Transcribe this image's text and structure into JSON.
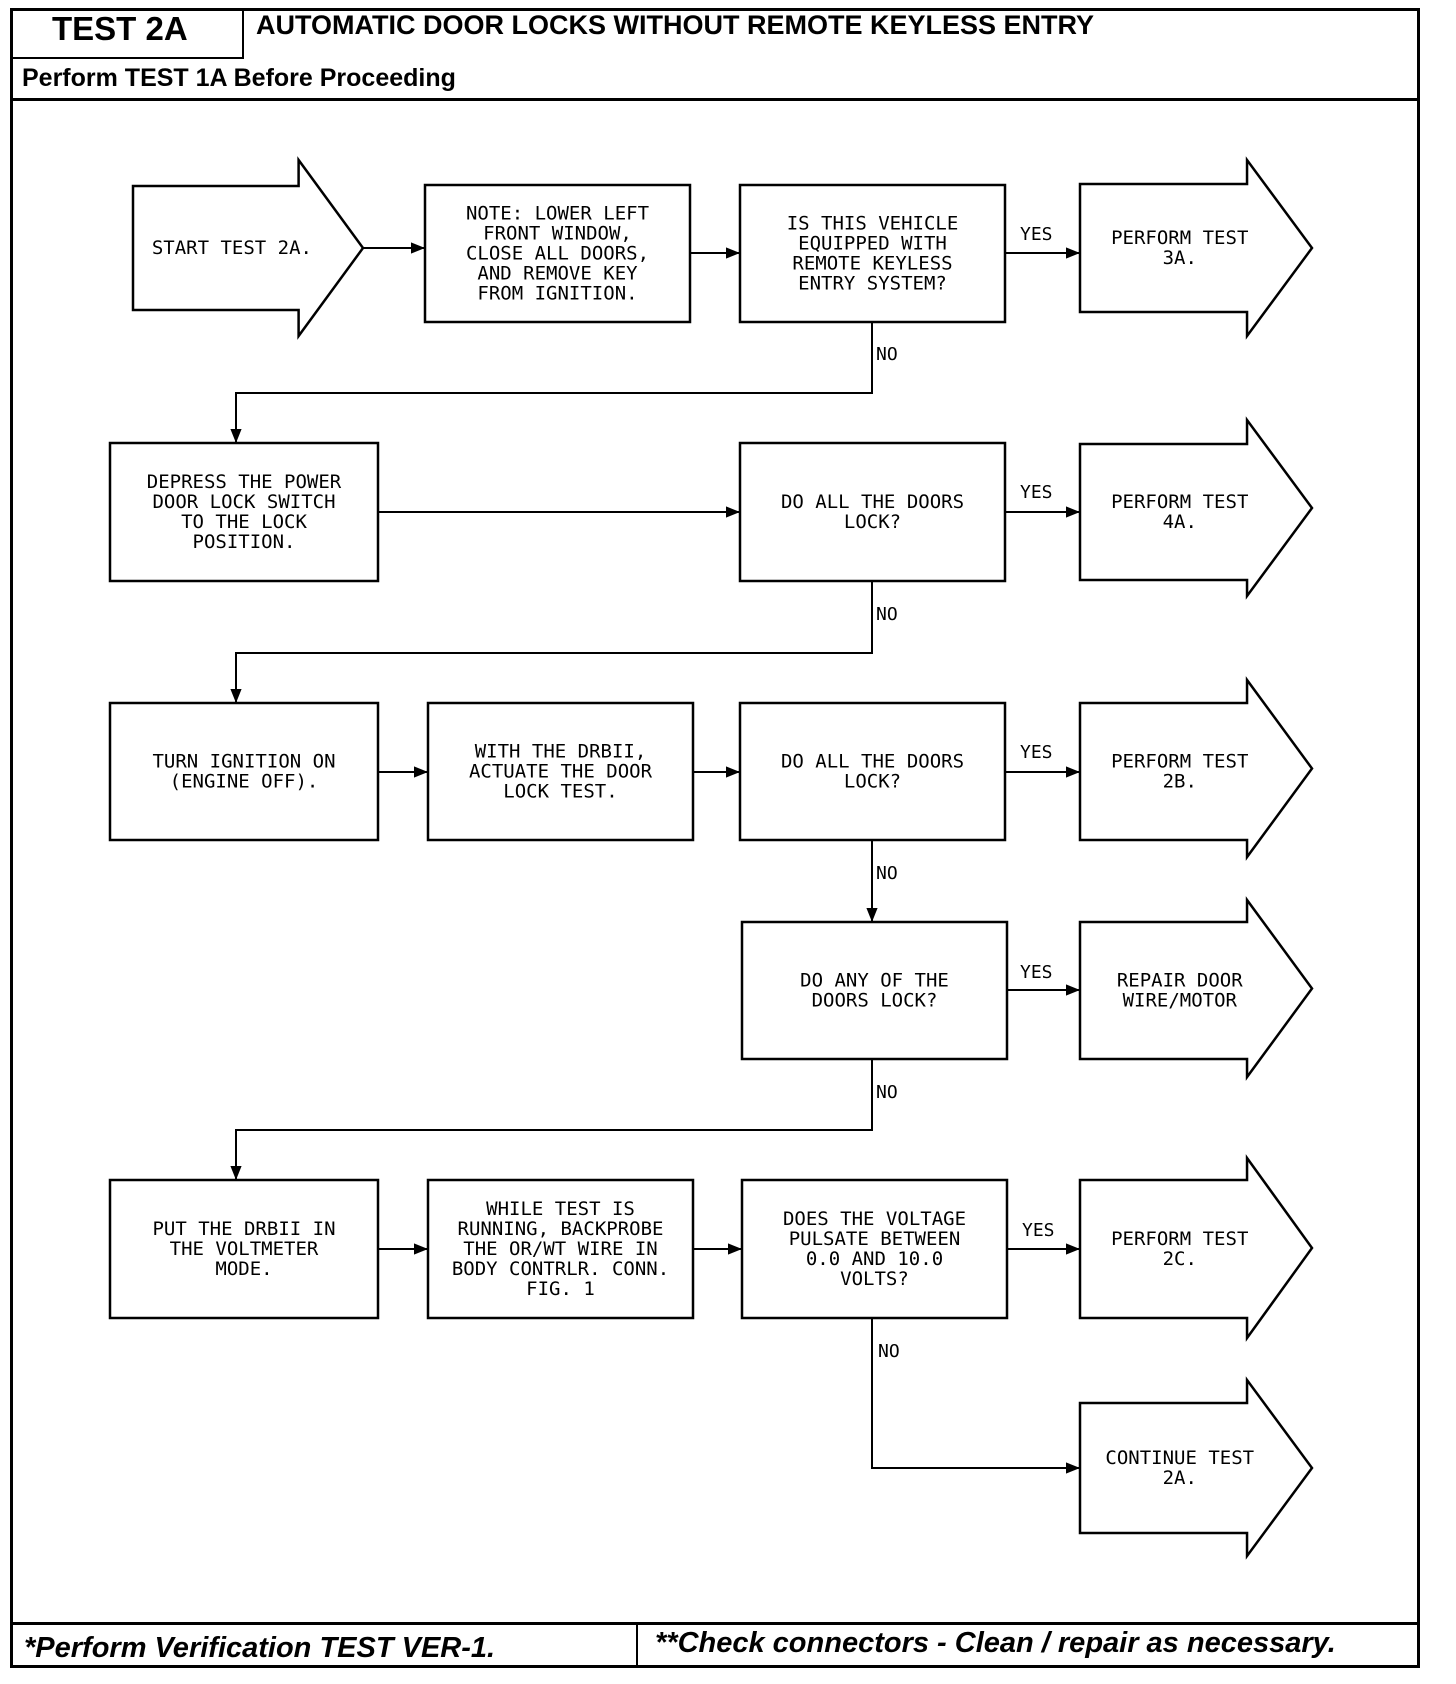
{
  "header": {
    "test_id": "TEST 2A",
    "title": "AUTOMATIC DOOR LOCKS WITHOUT REMOTE KEYLESS ENTRY",
    "prerequisite": "Perform TEST 1A Before Proceeding"
  },
  "nodes": {
    "start": [
      "START TEST 2A."
    ],
    "note": [
      "NOTE: LOWER LEFT",
      "FRONT WINDOW,",
      "CLOSE ALL DOORS,",
      "AND REMOVE KEY",
      "FROM IGNITION."
    ],
    "q_remote": [
      "IS THIS VEHICLE",
      "EQUIPPED WITH",
      "REMOTE KEYLESS",
      "ENTRY SYSTEM?"
    ],
    "test3a": [
      "PERFORM TEST",
      "3A."
    ],
    "depress": [
      "DEPRESS THE POWER",
      "DOOR LOCK SWITCH",
      "TO THE LOCK",
      "POSITION."
    ],
    "q_lock1": [
      "DO ALL THE DOORS",
      "LOCK?"
    ],
    "test4a": [
      "PERFORM TEST",
      "4A."
    ],
    "ignition": [
      "TURN IGNITION ON",
      "(ENGINE OFF)."
    ],
    "actuate": [
      "WITH THE DRBII,",
      "ACTUATE THE DOOR",
      "LOCK TEST."
    ],
    "q_lock2": [
      "DO ALL THE DOORS",
      "LOCK?"
    ],
    "test2b": [
      "PERFORM TEST",
      "2B."
    ],
    "q_any": [
      "DO ANY OF THE",
      "DOORS LOCK?"
    ],
    "repair": [
      "REPAIR DOOR",
      "WIRE/MOTOR"
    ],
    "voltmeter": [
      "PUT THE DRBII IN",
      "THE VOLTMETER",
      "MODE."
    ],
    "backprobe": [
      "WHILE TEST IS",
      "RUNNING, BACKPROBE",
      "THE OR/WT WIRE IN",
      "BODY CONTRLR. CONN.",
      "FIG. 1"
    ],
    "q_volt": [
      "DOES THE VOLTAGE",
      "PULSATE BETWEEN",
      "0.0 AND 10.0",
      "VOLTS?"
    ],
    "test2c": [
      "PERFORM TEST",
      "2C."
    ],
    "continue": [
      "CONTINUE TEST",
      "2A."
    ]
  },
  "labels": {
    "yes": "YES",
    "no": "NO"
  },
  "footer": {
    "left": "*Perform Verification TEST VER-1.",
    "right": "**Check connectors - Clean / repair as necessary."
  }
}
